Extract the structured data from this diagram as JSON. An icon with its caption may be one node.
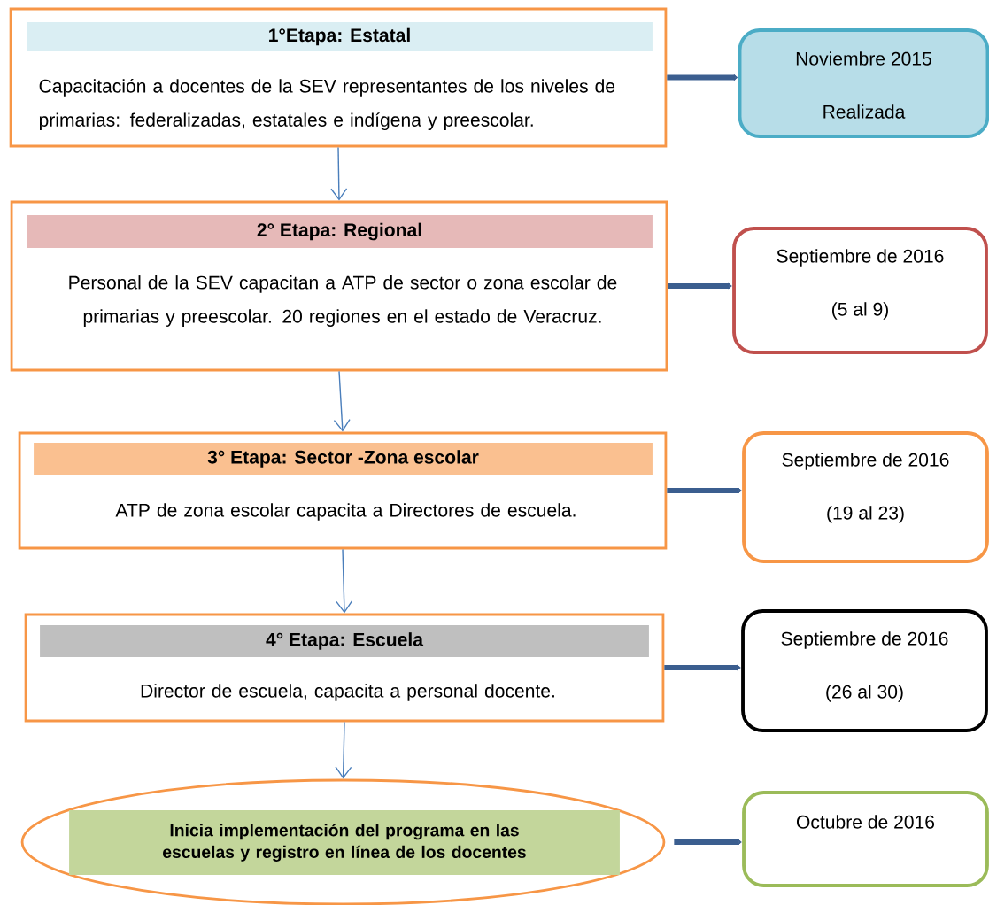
{
  "diagram": {
    "nodes": [
      {
        "text": [
          "1°Etapa: Estatal",
          "Capacitación a docentes de la SEV representantes de los niveles de primarias: federalizadas, estatales e indígena y preescolar."
        ]
      },
      {
        "text": [
          "2° Etapa: Regional",
          "Personal de la SEV capacitan a ATP de sector o zona escolar de primarias y preescolar. 20 regiones en el estado de  Veracruz."
        ]
      },
      {
        "text": [
          "3° Etapa:  Sector -Zona escolar",
          "ATP de zona escolar capacita a Directores de escuela."
        ]
      },
      {
        "text": [
          "4° Etapa: Escuela",
          "Director de escuela, capacita a personal docente."
        ]
      },
      {
        "text": [
          "Inicia implementación del programa en las escuelas y registro en línea de los docentes"
        ]
      },
      {
        "text": [
          "Noviembre 2015",
          "Realizada"
        ]
      },
      {
        "text": [
          "Septiembre de 2016",
          "(5 al 9)"
        ]
      },
      {
        "text": [
          "Septiembre de 2016",
          "(19 al 23)"
        ]
      },
      {
        "text": [
          "Septiembre de 2016",
          "(26 al 30)"
        ]
      },
      {
        "text": [
          "Octubre de 2016"
        ]
      }
    ],
    "edges": [
      {
        "from": 0,
        "to": 1,
        "arrow": "to",
        "color": "#4a7ebb"
      },
      {
        "from": 1,
        "to": 2,
        "arrow": "to",
        "color": "#4a7ebb"
      },
      {
        "from": 2,
        "to": 3,
        "arrow": "to",
        "color": "#4a7ebb"
      },
      {
        "from": 3,
        "to": 4,
        "arrow": "to",
        "color": "#4a7ebb"
      },
      {
        "from": 0,
        "to": 5,
        "arrow": "to"
      },
      {
        "from": 1,
        "to": 6,
        "arrow": "to"
      },
      {
        "from": 2,
        "to": 7,
        "arrow": "to"
      },
      {
        "from": 3,
        "to": 8,
        "arrow": "to"
      },
      {
        "from": 4,
        "to": 9,
        "arrow": "to"
      }
    ]
  }
}
